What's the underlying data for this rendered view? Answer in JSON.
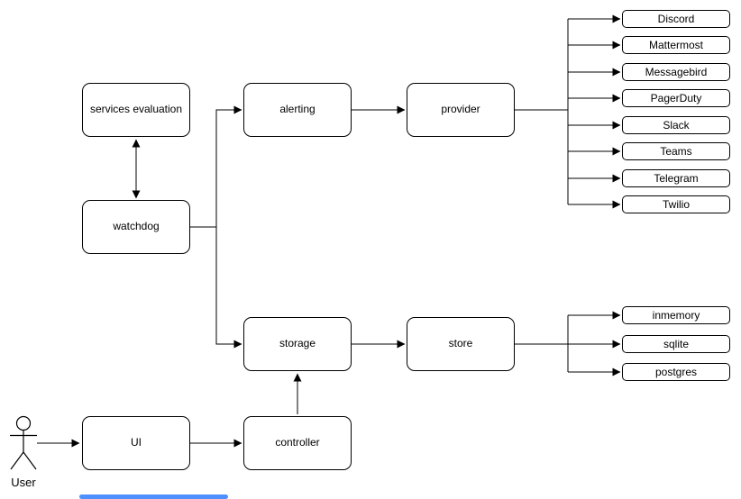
{
  "diagram": {
    "nodes": {
      "services_evaluation": "services evaluation",
      "watchdog": "watchdog",
      "alerting": "alerting",
      "provider": "provider",
      "storage": "storage",
      "store": "store",
      "ui": "UI",
      "controller": "controller"
    },
    "providers": [
      "Discord",
      "Mattermost",
      "Messagebird",
      "PagerDuty",
      "Slack",
      "Teams",
      "Telegram",
      "Twilio"
    ],
    "stores": [
      "inmemory",
      "sqlite",
      "postgres"
    ],
    "actor_label": "User",
    "colors": {
      "line": "#000000",
      "node_border": "#000000",
      "node_fill": "#ffffff",
      "text": "#000000",
      "scrollbar_thumb": "#4d90fe"
    }
  }
}
